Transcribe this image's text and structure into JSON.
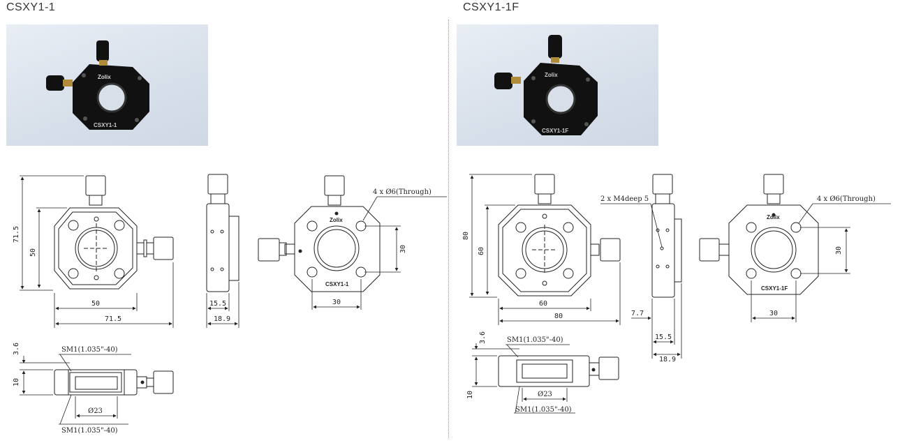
{
  "left": {
    "title": "CSXY1-1",
    "brand": "Zolix",
    "front_label": "CSXY1-1",
    "dims": {
      "h_total": "71.5",
      "h_body": "50",
      "w_body": "50",
      "w_total": "71.5",
      "side_a": "15.5",
      "side_b": "18.9",
      "hole_spacing_v": "30",
      "hole_spacing_h": "30",
      "holes": "4 x Ø6(Through)",
      "thread_top": "SM1(1.035\"-40)",
      "thread_bottom": "SM1(1.035\"-40)",
      "aperture": "Ø23",
      "sec_top": "3.6",
      "sec_h": "10"
    }
  },
  "right": {
    "title": "CSXY1-1F",
    "brand": "Zolix",
    "front_label": "CSXY1-1F",
    "dims": {
      "h_total": "80",
      "h_body": "60",
      "w_body": "60",
      "w_total": "80",
      "side_a": "15.5",
      "side_b": "18.9",
      "side_c": "7.7",
      "tapped": "2 x M4deep 5",
      "hole_spacing_v": "30",
      "hole_spacing_h": "30",
      "holes": "4 x Ø6(Through)",
      "thread_top": "SM1(1.035\"-40)",
      "thread_bottom": "SM1(1.035\"-40)",
      "aperture": "Ø23",
      "sec_top": "3.6",
      "sec_h": "10"
    }
  }
}
